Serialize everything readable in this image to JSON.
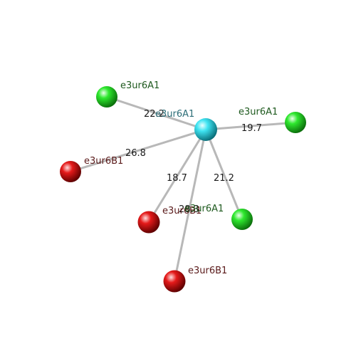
{
  "colors": {
    "background": "#ffffff",
    "center_node": "#22d6e6",
    "green_node": "#22dd22",
    "red_node": "#dd1111",
    "bond": "#b8b8b8",
    "label_center": "#2d6e78",
    "label_green": "#1f5a1f",
    "label_red": "#5a1a1a"
  },
  "center": {
    "label": "e3ur6A1",
    "color_key": "center_node"
  },
  "nodes": [
    {
      "id": "n1",
      "label": "e3ur6A1",
      "color_key": "green_node",
      "label_color_key": "label_green",
      "distance": "22.2"
    },
    {
      "id": "n2",
      "label": "e3ur6A1",
      "color_key": "green_node",
      "label_color_key": "label_green",
      "distance": "19.7"
    },
    {
      "id": "n3",
      "label": "e3ur6B1",
      "color_key": "red_node",
      "label_color_key": "label_red",
      "distance": "26.8"
    },
    {
      "id": "n4",
      "label": "e3ur6B1",
      "color_key": "red_node",
      "label_color_key": "label_red",
      "distance": "18.7"
    },
    {
      "id": "n5",
      "label": "e3ur6A1",
      "color_key": "green_node",
      "label_color_key": "label_green",
      "distance": "21.2"
    },
    {
      "id": "n6",
      "label": "e3ur6B1",
      "color_key": "red_node",
      "label_color_key": "label_red",
      "distance": "28.3"
    }
  ]
}
